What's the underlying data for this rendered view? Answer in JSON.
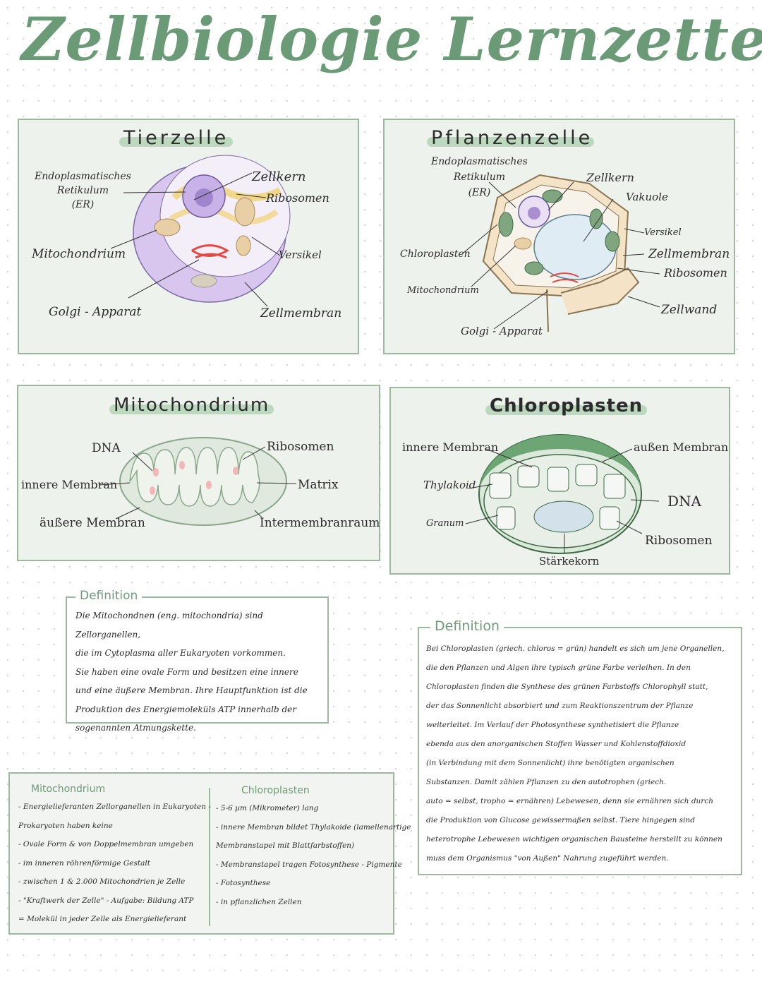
{
  "page_title": "Zellbiologie Lernzettel",
  "tierzelle": {
    "title": "Tierzelle",
    "labels": {
      "er": "Endoplasmatisches\nRetikulum\n(ER)",
      "zellkern": "Zellkern",
      "ribosomen": "Ribosomen",
      "mitochondrium": "Mitochondrium",
      "vesikel": "Versikel",
      "golgi": "Golgi - Apparat",
      "zellmembran": "Zellmembran"
    }
  },
  "pflanzenzelle": {
    "title": "Pflanzenzelle",
    "labels": {
      "er": "Endoplasmatisches\nRetikulum\n(ER)",
      "zellkern": "Zellkern",
      "vakuole": "Vakuole",
      "vesikel": "Versikel",
      "chloroplasten": "Chloroplasten",
      "zellmembran": "Zellmembran",
      "ribosomen": "Ribosomen",
      "mitochondrium": "Mitochondrium",
      "zellwand": "Zellwand",
      "golgi": "Golgi - Apparat"
    }
  },
  "mitochondrium": {
    "title": "Mitochondrium",
    "labels": {
      "dna": "DNA",
      "ribosomen": "Ribosomen",
      "innere_membran": "innere Membran",
      "matrix": "Matrix",
      "aeussere_membran": "äußere Membran",
      "intermembranraum": "Intermembranraum"
    }
  },
  "chloroplasten": {
    "title": "Chloroplasten",
    "labels": {
      "innere_membran": "innere Membran",
      "aussen_membran": "außen Membran",
      "thylakoid": "Thylakoid",
      "dna": "DNA",
      "granum": "Granum",
      "ribosomen": "Ribosomen",
      "staerkekorn": "Stärkekorn"
    }
  },
  "def_mito": {
    "heading": "Definition",
    "lines": [
      "Die Mitochondnen (eng. mitochondria) sind Zellorganellen,",
      "die im Cytoplasma aller Eukaryoten vorkommen.",
      "Sie haben eine ovale Form und besitzen eine innere",
      "und eine äußere Membran. Ihre Hauptfunktion ist die",
      "Produktion des Energiemoleküls ATP innerhalb der",
      "sogenannten Atmungskette."
    ]
  },
  "def_chloro": {
    "heading": "Definition",
    "lines": [
      "Bei Chloroplasten (griech. chloros = grün) handelt es sich um jene Organellen,",
      "die den Pflanzen und Algen ihre typisch grüne Farbe verleihen. In den",
      "Chloroplasten finden die Synthese des grünen Farbstoffs Chlorophyll statt,",
      "der das Sonnenlicht absorbiert und zum Reaktionszentrum der Pflanze",
      "weiterleitet. Im Verlauf der Photosynthese synthetisiert die Pflanze",
      "ebenda aus den anorganischen Stoffen Wasser und Kohlenstoffdioxid",
      "(in Verbindung mit dem Sonnenlicht) ihre benötigten organischen",
      "Substanzen. Damit zählen Pflanzen zu den autotrophen (griech.",
      "auto = selbst, tropho = ernähren) Lebewesen, denn sie ernähren sich durch",
      "die Produktion von Glucose gewissermaßen selbst. Tiere hingegen sind",
      "heterotrophe Lebewesen wichtigen organischen Bausteine herstellt zu können",
      "muss dem Organismus \"von Außen\" Nahrung zugeführt werden."
    ]
  },
  "summary": {
    "mito_heading": "Mitochondrium",
    "mito_items": [
      "- Energielieferanten Zellorganellen in Eukaryoten -",
      "   Prokaryoten haben keine",
      "- Ovale Form & von Doppelmembran umgeben",
      "- im inneren röhrenförmige Gestalt",
      "- zwischen 1 & 2.000 Mitochondrien je Zelle",
      "- \"Kraftwerk der Zelle\" - Aufgabe: Bildung ATP",
      "   = Molekül in jeder Zelle als Energielieferant"
    ],
    "chloro_heading": "Chloroplasten",
    "chloro_items": [
      "- 5-6 µm (Mikrometer) lang",
      "- innere Membran bildet Thylakoide (lamellenartige",
      "   Membranstapel mit Blattfarbstoffen)",
      "- Membranstapel tragen Fotosynthese - Pigmente",
      "- Fotosynthese",
      "- in pflanzlichen Zellen"
    ]
  },
  "colors": {
    "accent": "#6a9a76",
    "panel_bg": "#eef2ec",
    "panel_border": "#9cb89f",
    "highlight": "#bcd8bf"
  }
}
